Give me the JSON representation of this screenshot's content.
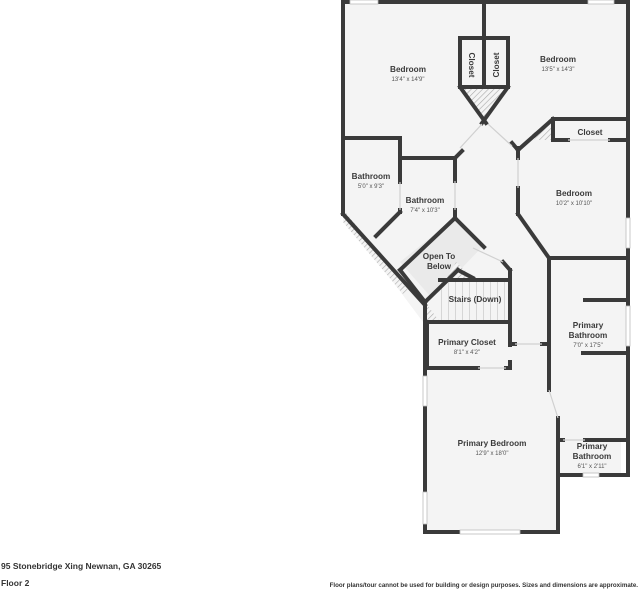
{
  "plan": {
    "colors": {
      "wall": "#3a3a3a",
      "floor": "#f4f4f4",
      "open_area": "#ececec",
      "hatch": "#b0b0b0",
      "window": "#d8d8d8"
    },
    "rooms": [
      {
        "id": "bedroom-nw",
        "label": "Bedroom",
        "dims": "13'4\" x 14'9\""
      },
      {
        "id": "closet-a",
        "label": "Closet",
        "dims": ""
      },
      {
        "id": "closet-b",
        "label": "Closet",
        "dims": ""
      },
      {
        "id": "bedroom-ne",
        "label": "Bedroom",
        "dims": "13'5\" x 14'3\""
      },
      {
        "id": "closet-e",
        "label": "Closet",
        "dims": ""
      },
      {
        "id": "bathroom-w",
        "label": "Bathroom",
        "dims": "5'0\" x 9'3\""
      },
      {
        "id": "bathroom-c",
        "label": "Bathroom",
        "dims": "7'4\" x 10'3\""
      },
      {
        "id": "bedroom-e",
        "label": "Bedroom",
        "dims": "10'2\" x 10'10\""
      },
      {
        "id": "open-to-below",
        "label_line1": "Open To",
        "label_line2": "Below",
        "dims": ""
      },
      {
        "id": "stairs",
        "label": "Stairs (Down)",
        "dims": ""
      },
      {
        "id": "primary-closet",
        "label": "Primary Closet",
        "dims": "8'1\" x 4'2\""
      },
      {
        "id": "primary-bathroom",
        "label_line1": "Primary",
        "label_line2": "Bathroom",
        "dims": "7'0\" x 17'5\""
      },
      {
        "id": "primary-bedroom",
        "label": "Primary Bedroom",
        "dims": "12'9\" x 18'0\""
      },
      {
        "id": "primary-bathroom-small",
        "label_line1": "Primary",
        "label_line2": "Bathroom",
        "dims": "6'1\" x 2'11\""
      }
    ]
  },
  "footer": {
    "address": "95 Stonebridge Xing Newnan, GA 30265",
    "floor": "Floor 2",
    "disclaimer": "Floor plans/tour cannot be used for building or design purposes. Sizes and dimensions are approximate."
  }
}
